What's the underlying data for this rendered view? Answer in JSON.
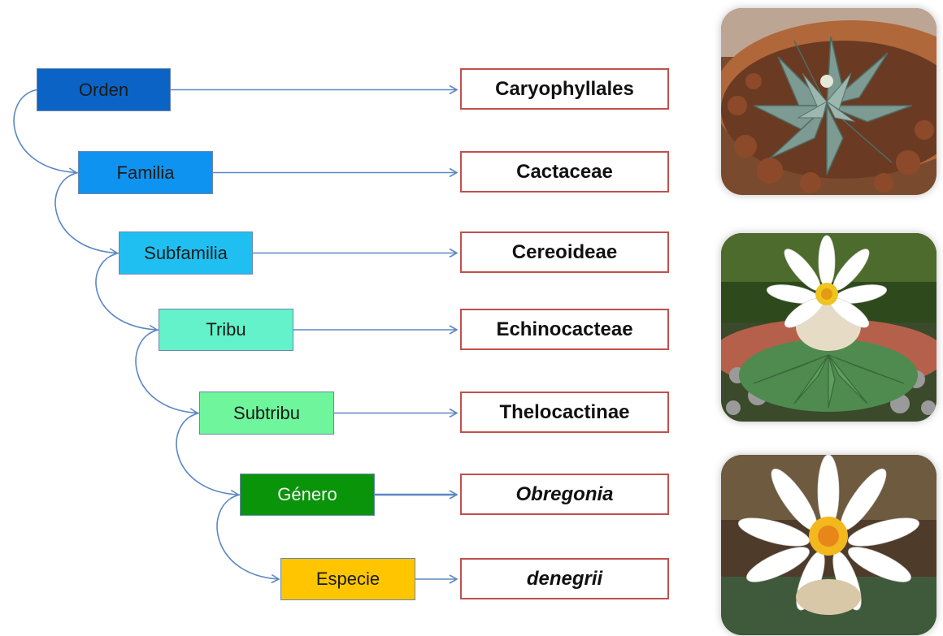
{
  "ranks": [
    {
      "label": "Orden",
      "color": "#0b63c5"
    },
    {
      "label": "Familia",
      "color": "#0f93f0"
    },
    {
      "label": "Subfamilia",
      "color": "#1fc0f1"
    },
    {
      "label": "Tribu",
      "color": "#63f2c9"
    },
    {
      "label": "Subtribu",
      "color": "#6ff59c"
    },
    {
      "label": "Género",
      "color": "#0a940a"
    },
    {
      "label": "Especie",
      "color": "#ffc600"
    }
  ],
  "taxa": [
    {
      "label": "Caryophyllales",
      "italic": false
    },
    {
      "label": "Cactaceae",
      "italic": false
    },
    {
      "label": "Cereoideae",
      "italic": false
    },
    {
      "label": "Echinocacteae",
      "italic": false
    },
    {
      "label": "Thelocactinae",
      "italic": false
    },
    {
      "label": "Obregonia",
      "italic": true
    },
    {
      "label": "denegrii",
      "italic": true
    }
  ],
  "photos": [
    {
      "subject": "rosette-cactus-pot"
    },
    {
      "subject": "flowering-cactus-white-bloom"
    },
    {
      "subject": "white-flower-closeup"
    }
  ],
  "colors": {
    "connector": "#5b87c5",
    "taxon_border": "#c0504d"
  }
}
